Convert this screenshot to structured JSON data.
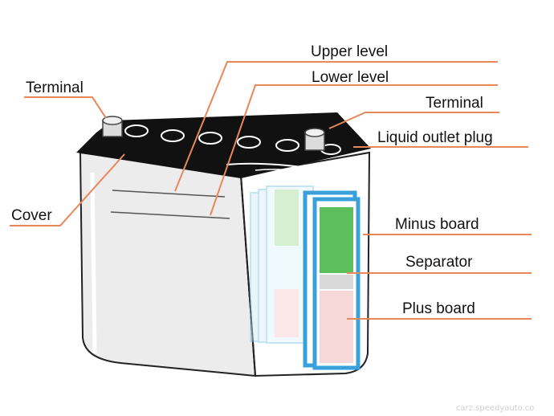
{
  "labels": {
    "upper_level": "Upper level",
    "lower_level": "Lower level",
    "terminal_left": "Terminal",
    "terminal_right": "Terminal",
    "liquid_outlet_plug": "Liquid outlet plug",
    "cover": "Cover",
    "minus_board": "Minus board",
    "separator": "Separator",
    "plus_board": "Plus board"
  },
  "watermark": "carz.speedyauto.co",
  "colors": {
    "leader": "#e8875a",
    "case_body": "#ececec",
    "lid": "#111111",
    "minus_board": "#5cbf5c",
    "plus_board": "#f7d8d8",
    "separator": "#d9d9d9",
    "frame": "#3aa0dc"
  }
}
